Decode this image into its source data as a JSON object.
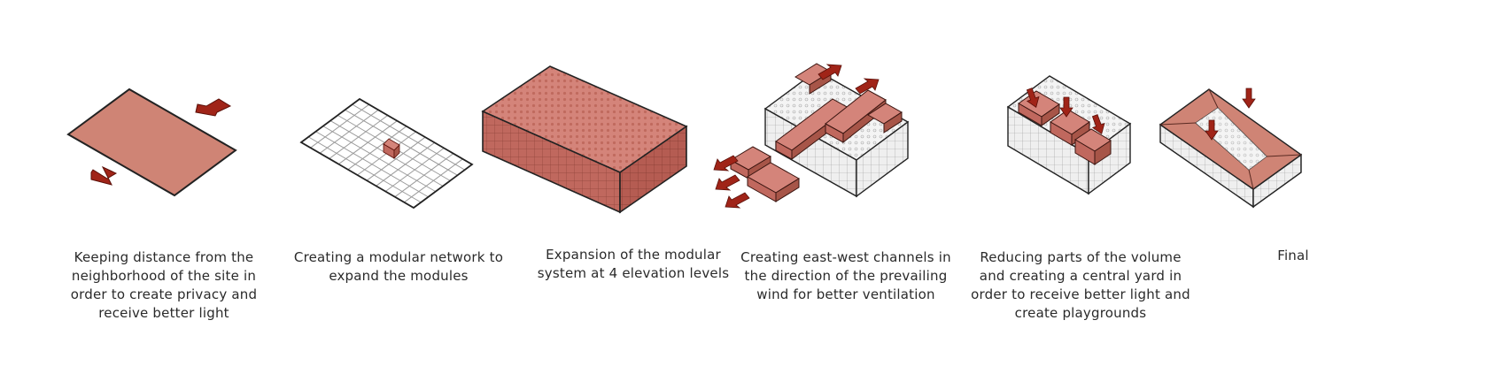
{
  "colors": {
    "brick_top": "#d4847a",
    "brick_side": "#c0685e",
    "brick_dark": "#a75548",
    "plate": "#cf8475",
    "arrow": "#a02418",
    "grid_line": "#9a9a9a",
    "white_block": "#f4f4f4",
    "outline": "#2a2a2a"
  },
  "steps": [
    {
      "caption": "Keeping distance from the neighborhood of the site in order to create privacy and receive better light",
      "icon": "site-plate-with-arrows"
    },
    {
      "caption": "Creating a modular network to expand the modules",
      "icon": "modular-grid-with-cube"
    },
    {
      "caption": "Expansion of the modular system at 4 elevation levels",
      "icon": "brick-block-volume"
    },
    {
      "caption": "Creating east-west channels in the direction of the prevailing wind for better ventilation",
      "icon": "channels-with-wind-arrows"
    },
    {
      "caption": "Reducing parts of the volume and creating a central yard in order to receive better light and create playgrounds",
      "icon": "reduced-volume-with-yard"
    },
    {
      "caption": "Final",
      "icon": "final-building-with-roof"
    }
  ]
}
